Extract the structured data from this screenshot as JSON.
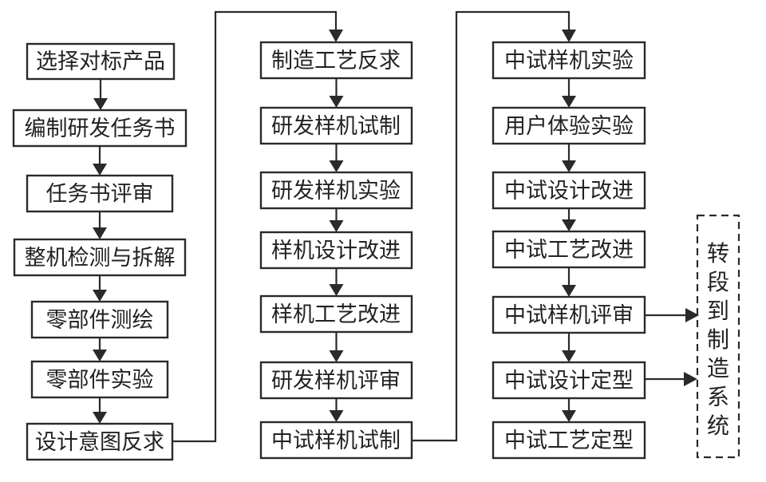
{
  "diagram": {
    "columns": [
      {
        "name": "benchmark-analysis",
        "steps": [
          "选择对标产品",
          "编制研发任务书",
          "任务书评审",
          "整机检测与拆解",
          "零部件测绘",
          "零部件实验",
          "设计意图反求"
        ]
      },
      {
        "name": "prototype-development",
        "steps": [
          "制造工艺反求",
          "研发样机试制",
          "研发样机实验",
          "样机设计改进",
          "样机工艺改进",
          "研发样机评审",
          "中试样机试制"
        ]
      },
      {
        "name": "pilot-trial",
        "steps": [
          "中试样机实验",
          "用户体验实验",
          "中试设计改进",
          "中试工艺改进",
          "中试样机评审",
          "中试设计定型",
          "中试工艺定型"
        ]
      }
    ],
    "transfer": {
      "label": "转段到制造系统",
      "from_steps": [
        "中试样机评审",
        "中试设计定型"
      ]
    },
    "colors": {
      "stroke": "#2a2a2a",
      "text": "#222222",
      "background": "#ffffff"
    }
  }
}
